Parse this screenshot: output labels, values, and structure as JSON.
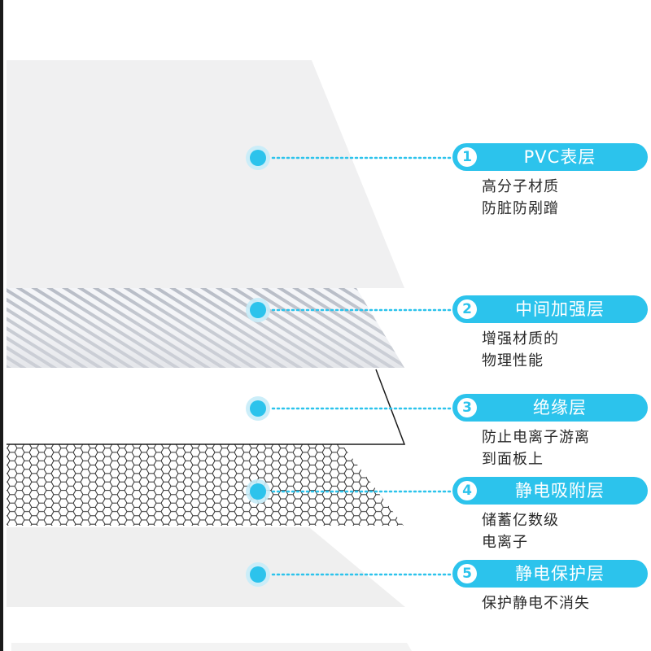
{
  "layers": [
    {
      "number": "1",
      "title": "PVC表层",
      "desc": [
        "高分子材质",
        "防脏防剐蹭"
      ]
    },
    {
      "number": "2",
      "title": "中间加强层",
      "desc": [
        "增强材质的",
        "物理性能"
      ]
    },
    {
      "number": "3",
      "title": "绝缘层",
      "desc": [
        "防止电离子游离",
        "到面板上"
      ]
    },
    {
      "number": "4",
      "title": "静电吸附层",
      "desc": [
        "储蓄亿数级",
        "电离子"
      ]
    },
    {
      "number": "5",
      "title": "静电保护层",
      "desc": [
        "保护静电不消失"
      ]
    }
  ],
  "colors": {
    "accent": "#2cc3ec",
    "dot_glow": "#c6ecf8",
    "layer_surface": "#f0f0f1",
    "stripe": "#b7bcc6",
    "hex_line": "#2b2b2b"
  }
}
